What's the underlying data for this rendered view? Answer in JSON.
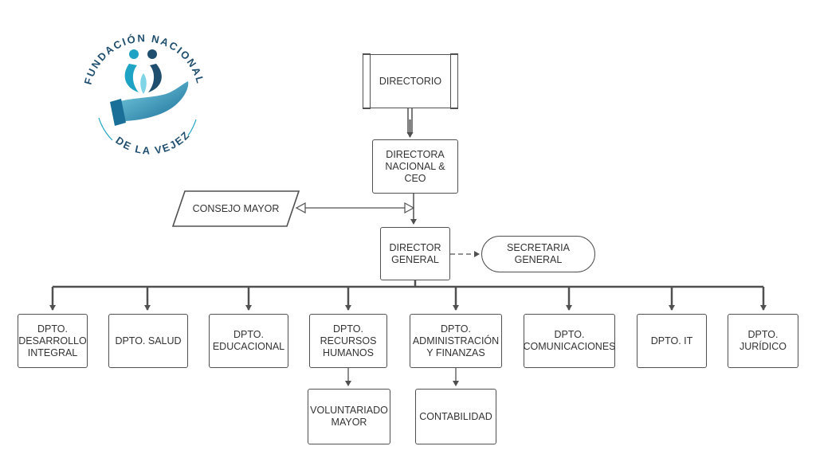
{
  "logo": {
    "top_text": "FUNDACIÓN NACIONAL",
    "bottom_text": "DE LA VEJEZ",
    "colors": {
      "dark": "#1f4e6e",
      "teal": "#1fa3c4",
      "light": "#7fd4e6"
    }
  },
  "nodes": {
    "directorio": "DIRECTORIO",
    "directora": "DIRECTORA\nNACIONAL &\nCEO",
    "consejo": "CONSEJO MAYOR",
    "director_general": "DIRECTOR\nGENERAL",
    "secretaria": "SECRETARIA\nGENERAL",
    "desarrollo": "DPTO.\nDESARROLLO\nINTEGRAL",
    "salud": "DPTO. SALUD",
    "educacional": "DPTO.\nEDUCACIONAL",
    "rrhh": "DPTO.\nRECURSOS\nHUMANOS",
    "admin": "DPTO.\nADMINISTRACIÓN\nY FINANZAS",
    "comunicaciones": "DPTO.\nCOMUNICACIONES",
    "it": "DPTO. IT",
    "juridico": "DPTO.\nJURÍDICO",
    "voluntariado": "VOLUNTARIADO\nMAYOR",
    "contabilidad": "CONTABILIDAD"
  },
  "colors": {
    "line": "#505050",
    "text": "#333333"
  }
}
